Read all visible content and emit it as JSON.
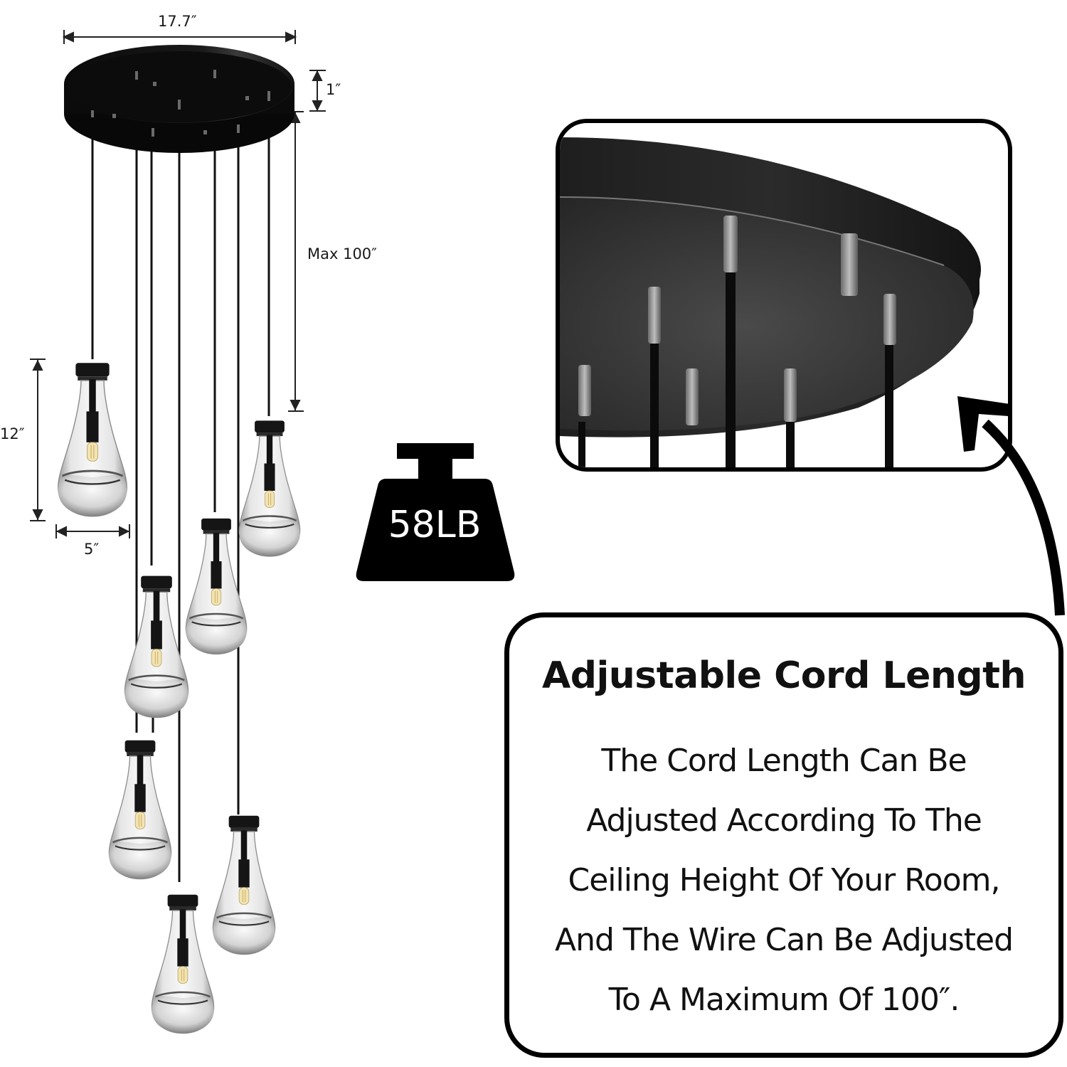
{
  "dimensions": {
    "canopy_width": "17.7″",
    "canopy_height": "1″",
    "cord_max": "Max 100″",
    "pendant_height": "12″",
    "pendant_width": "5″"
  },
  "weight": {
    "label": "58LB",
    "icon": "weight-icon"
  },
  "product": {
    "pendant_count": 7,
    "canopy_color": "#0d0d0d",
    "cord_color": "#111111"
  },
  "info_box": {
    "title": "Adjustable Cord Length",
    "lines": [
      "The Cord Length Can Be",
      "Adjusted According To The",
      "Ceiling Height Of Your Room,",
      "And The Wire Can Be Adjusted",
      "To A Maximum Of 100″."
    ]
  },
  "inset": {
    "subject": "canopy-closeup",
    "arrow_icon": "curved-arrow-icon"
  }
}
